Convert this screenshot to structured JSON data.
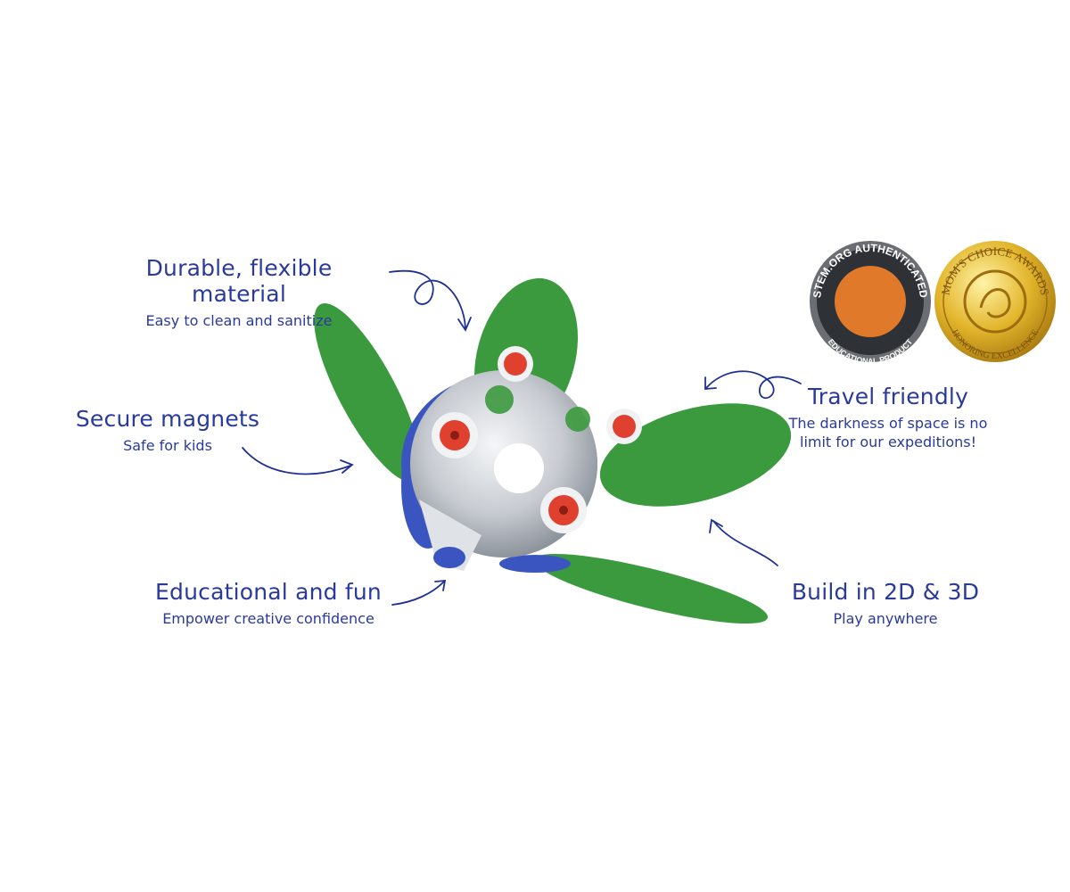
{
  "features": [
    {
      "title": "Durable, flexible material",
      "subtitle": "Easy to clean and sanitize"
    },
    {
      "title": "Secure magnets",
      "subtitle": "Safe for kids"
    },
    {
      "title": "Educational and fun",
      "subtitle": "Empower creative confidence"
    },
    {
      "title": "Travel friendly",
      "subtitle": "The darkness of space is no limit for our expeditions!"
    },
    {
      "title": "Build in 2D & 3D",
      "subtitle": "Play anywhere"
    }
  ],
  "badges": {
    "stemorg": {
      "top": "STEM.ORG AUTHENTICATED",
      "bottom": "EDUCATIONAL PRODUCT"
    },
    "moms_choice": {
      "top": "MOM'S CHOICE AWARDS",
      "bottom": "HONORING EXCELLENCE"
    }
  },
  "colors": {
    "text": "#2a3a9c",
    "petal": "#3c9a3e",
    "blue": "#3a55c0",
    "red": "#e0412f",
    "silver": "#cfd3d8",
    "gold": "#d9a826",
    "orange": "#e07a2a"
  }
}
